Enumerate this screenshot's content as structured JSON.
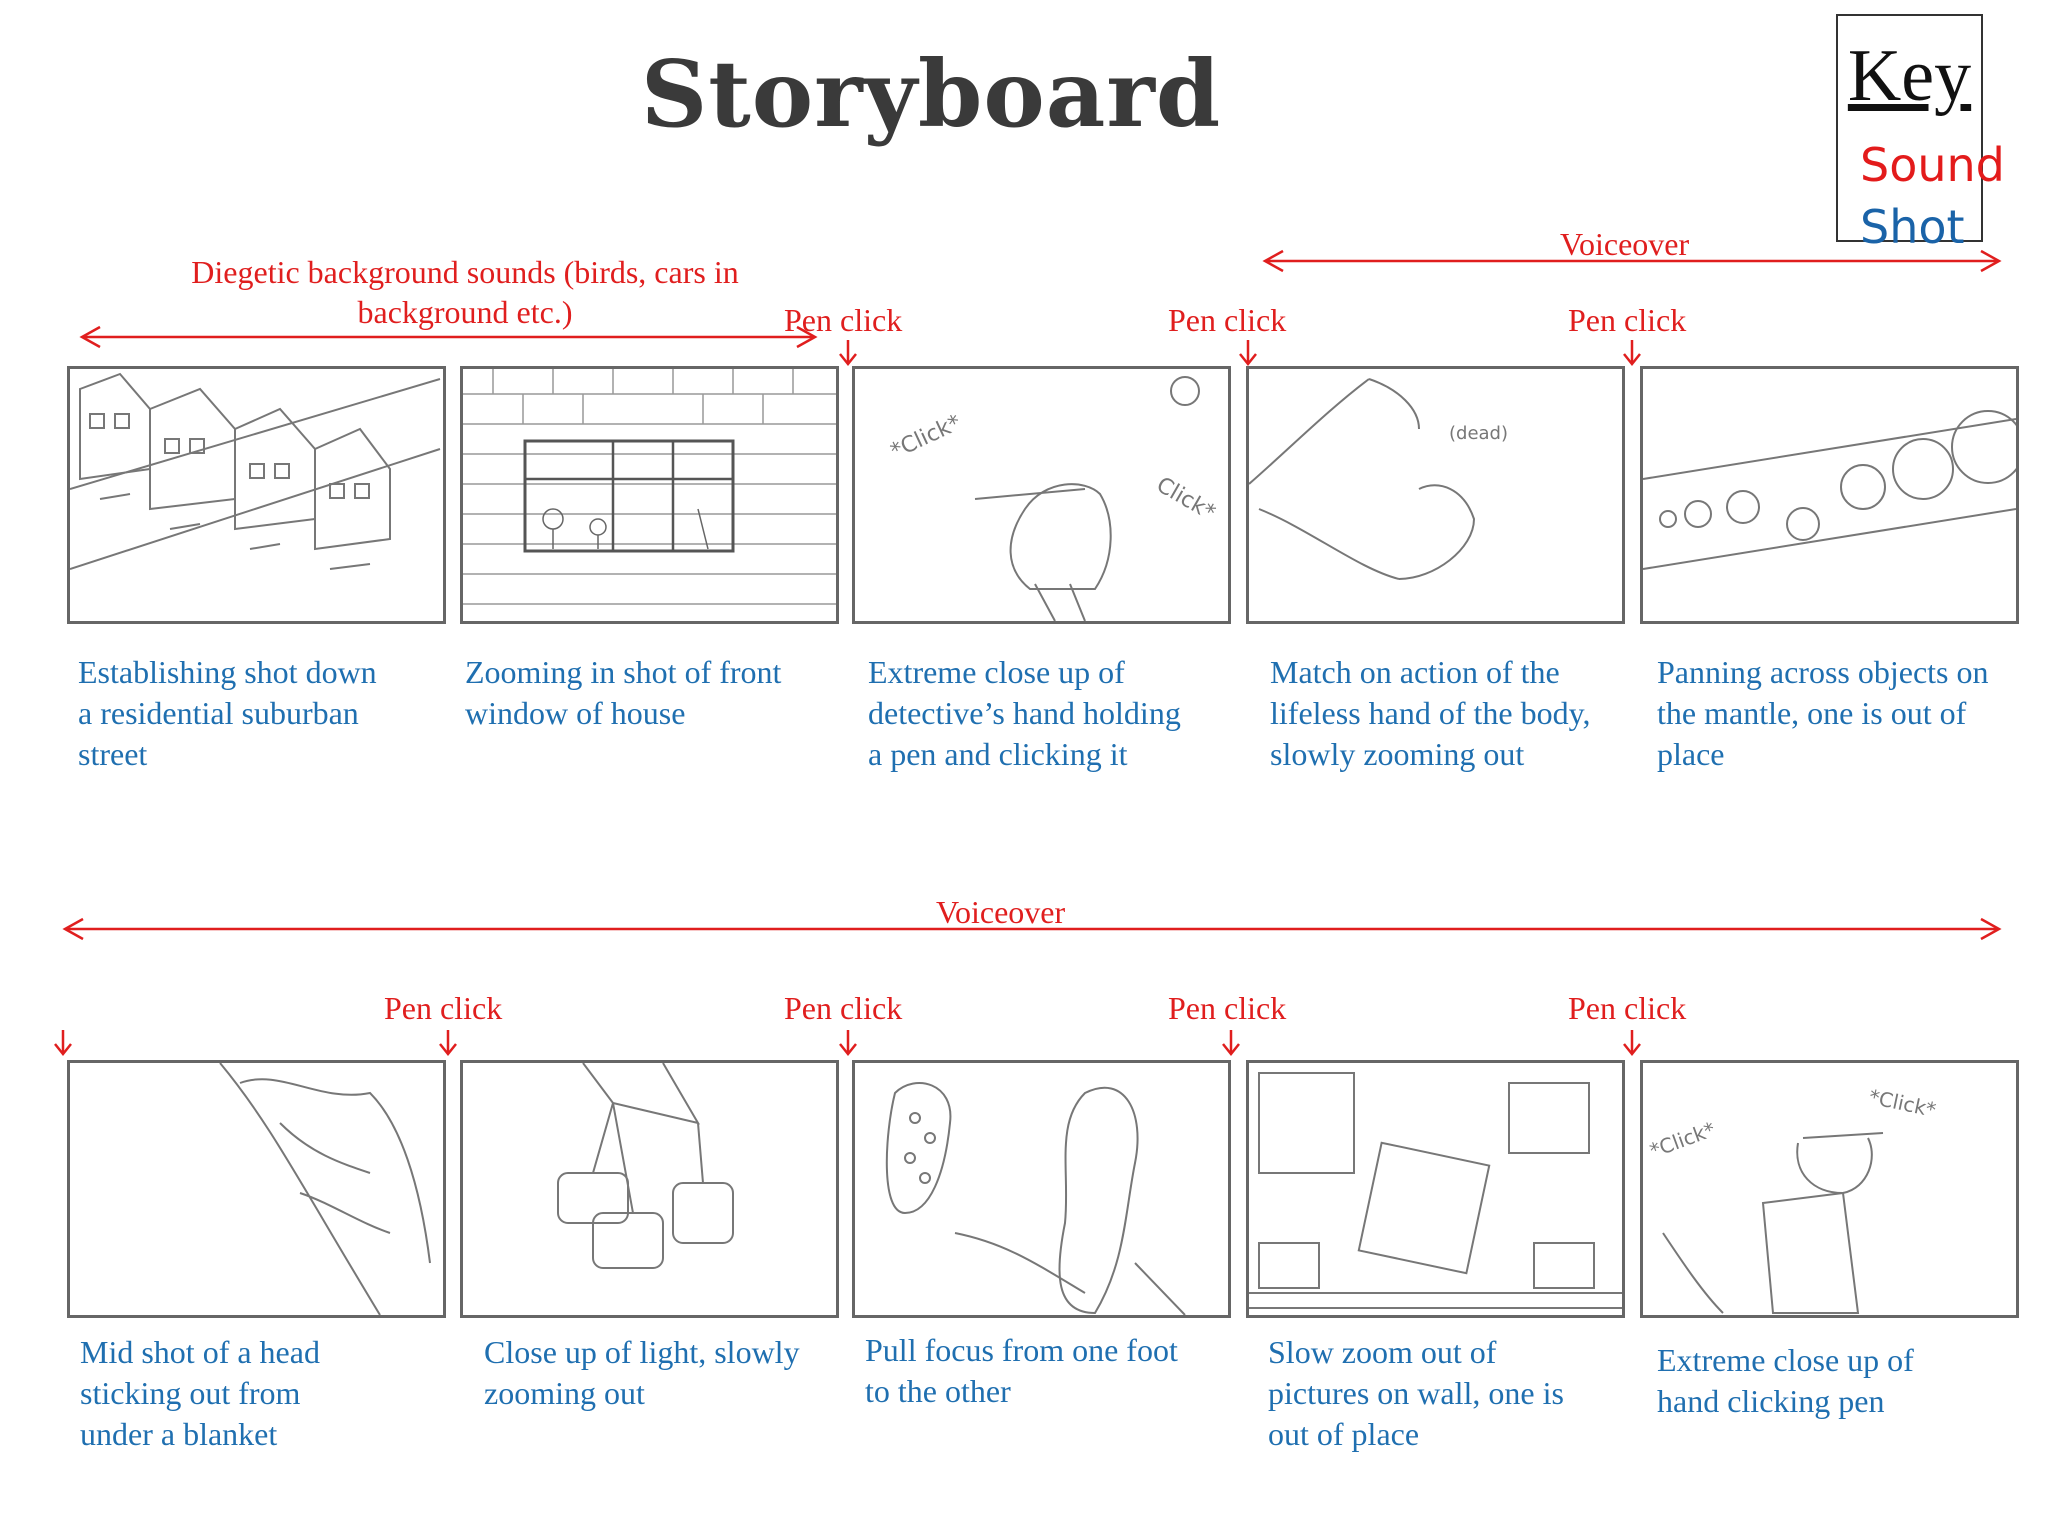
{
  "title": "Storyboard",
  "key": {
    "heading": "Key",
    "sound": "Sound",
    "shot": "Shot"
  },
  "colors": {
    "sound": "#e01e1e",
    "shot": "#1f6fb0"
  },
  "row1": {
    "diegetic": "Diegetic background sounds (birds, cars in background etc.)",
    "voiceover": "Voiceover",
    "pen_clicks": [
      "Pen click",
      "Pen click",
      "Pen click"
    ],
    "captions": [
      "Establishing shot down a residential suburban street",
      "Zooming in shot of front window of house",
      "Extreme close up of detective’s hand holding a pen and clicking it",
      "Match on action of the lifeless hand of the body, slowly zooming out",
      "Panning across objects on the mantle, one is out of place"
    ],
    "sketch_labels": {
      "click_a": "*Click*",
      "click_b": "Click*",
      "dead": "(dead)"
    }
  },
  "row2": {
    "voiceover": "Voiceover",
    "pen_clicks": [
      "Pen click",
      "Pen click",
      "Pen click",
      "Pen click"
    ],
    "captions": [
      "Mid shot of a head sticking out from under a blanket",
      "Close up of light, slowly zooming out",
      "Pull focus from one foot to the other",
      "Slow zoom out of pictures on wall, one is out of place",
      "Extreme close up of hand clicking pen"
    ],
    "sketch_labels": {
      "click_a": "*Click*",
      "click_b": "*Click*"
    }
  }
}
